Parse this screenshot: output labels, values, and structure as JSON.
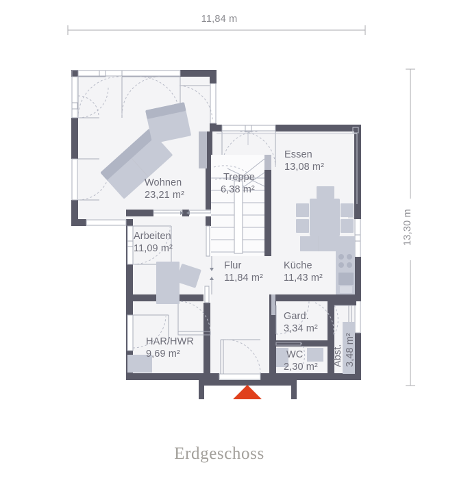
{
  "title": "Erdgeschoss",
  "dimensions": {
    "width_label": "11,84 m",
    "height_label": "13,30 m"
  },
  "colors": {
    "wall": "#5a5a68",
    "wall_light": "#b9bcc8",
    "room_fill": "#f4f4f6",
    "furniture": "#c6cad6",
    "text": "#6f6f7a",
    "dimension_text": "#8d8d92",
    "title_text": "#a3a09b",
    "entry_marker": "#e0401c",
    "background": "#ffffff"
  },
  "rooms": [
    {
      "id": "wohnen",
      "name": "Wohnen",
      "area": "23,21 m²"
    },
    {
      "id": "essen",
      "name": "Essen",
      "area": "13,08 m²"
    },
    {
      "id": "treppe",
      "name": "Treppe",
      "area": "6,38 m²"
    },
    {
      "id": "arbeiten",
      "name": "Arbeiten",
      "area": "11,09 m²"
    },
    {
      "id": "flur",
      "name": "Flur",
      "area": "11,84 m²"
    },
    {
      "id": "kueche",
      "name": "Küche",
      "area": "11,43 m²"
    },
    {
      "id": "har",
      "name": "HAR/HWR",
      "area": "9,69 m²"
    },
    {
      "id": "gard",
      "name": "Gard.",
      "area": "3,34 m²"
    },
    {
      "id": "wc",
      "name": "WC",
      "area": "2,30 m²"
    },
    {
      "id": "abst",
      "name": "Abst.",
      "area": "3,48 m²"
    }
  ],
  "markers": {
    "entry": "entrance-arrow"
  }
}
